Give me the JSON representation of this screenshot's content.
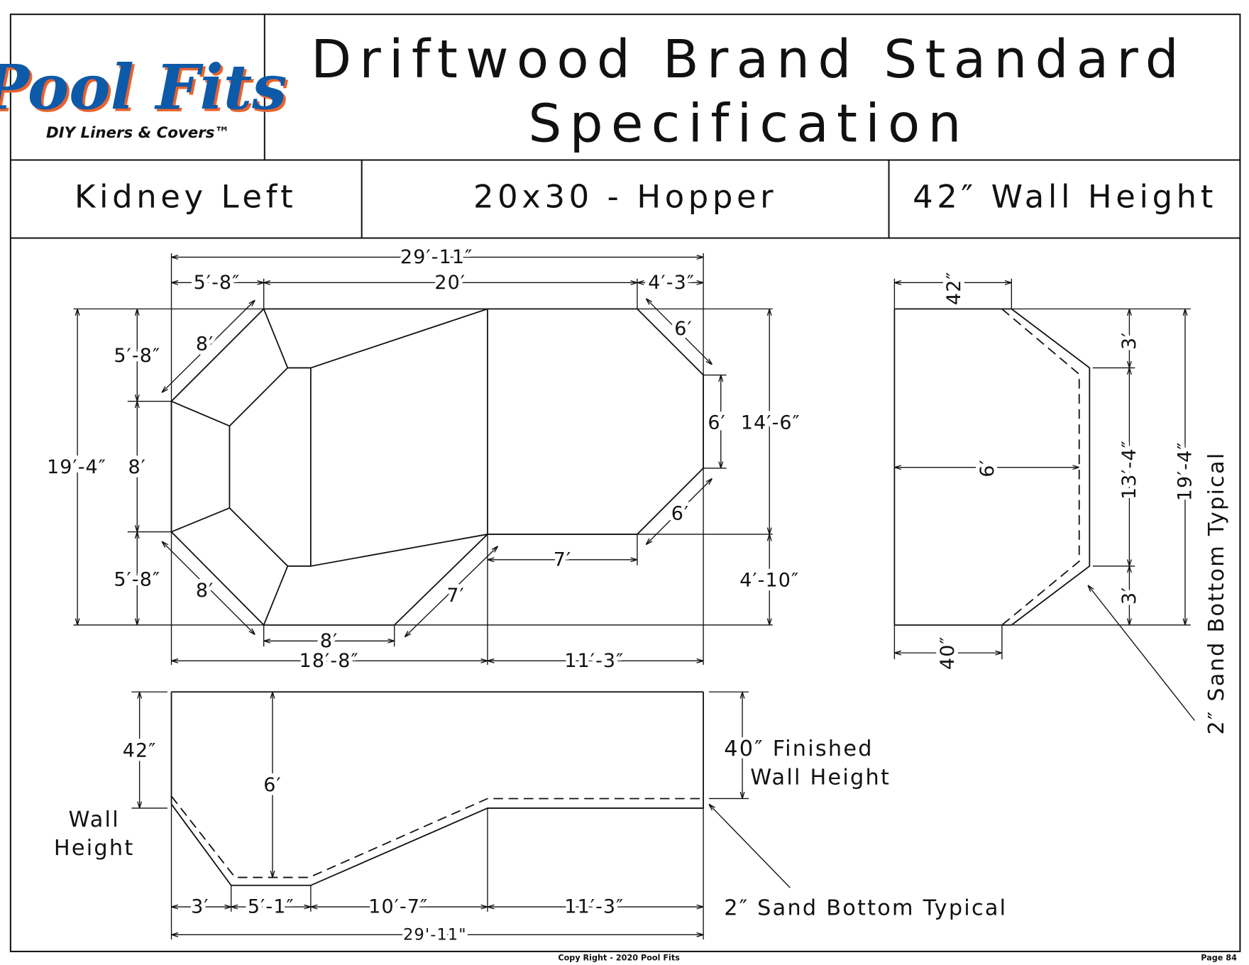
{
  "logo": {
    "brand": "Pool Fits",
    "tagline": "DIY Liners & Covers™",
    "colors": {
      "blue": "#0a5aa8",
      "orange": "#e8622a"
    }
  },
  "title": {
    "line1": "Driftwood Brand Standard",
    "line2": "Specification"
  },
  "spec_row": {
    "shape": "Kidney Left",
    "size": "20x30 - Hopper",
    "wall": "42″ Wall Height"
  },
  "plan_view": {
    "overall_length": "29′-11″",
    "top_left_segment": "5′-8″",
    "top_middle_segment": "20′",
    "top_right_segment": "4′-3″",
    "overall_width": "19′-4″",
    "left_upper": "5′-8″",
    "left_middle": "8′",
    "left_lower": "5′-8″",
    "right_width": "14′-6″",
    "right_lower": "4′-10″",
    "right_side": "6′",
    "chamfer_top_right": "6′",
    "chamfer_bottom_right": "6′",
    "chamfer_upper_left": "8′",
    "chamfer_lower_left": "8′",
    "diagonal_bottom": "7′",
    "inner_step": "7′",
    "bottom_short": "8′",
    "bottom_left": "18′-8″",
    "bottom_right": "11′-3″"
  },
  "section_view": {
    "top_wall": "42″",
    "bottom_wall": "40″",
    "depth": "6′",
    "upper_slope": "3′",
    "floor": "13′-4″",
    "lower_slope": "3′",
    "overall": "19′-4″",
    "sand_note": "2″ Sand Bottom Typical"
  },
  "profile_view": {
    "wall_dim": "42″",
    "wall_label_1": "Wall",
    "wall_label_2": "Height",
    "depth": "6′",
    "finished_1": "40″ Finished",
    "finished_2": "Wall Height",
    "seg1": "3′",
    "seg2": "5′-1″",
    "seg3": "10′-7″",
    "seg4": "11′-3″",
    "sand_note": "2″ Sand Bottom Typical",
    "overall": "29'-11\""
  },
  "footer": {
    "copyright": "Copy Right - 2020 Pool Fits",
    "page": "Page 84"
  }
}
